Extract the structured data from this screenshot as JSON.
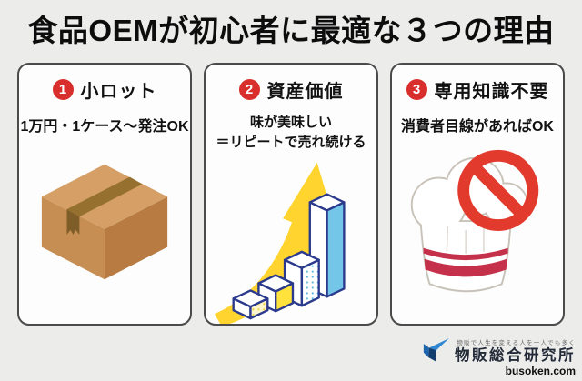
{
  "title": "食品OEMが初心者に最適な３つの理由",
  "cards": [
    {
      "number": "1",
      "heading": "小ロット",
      "lines": [
        "1万円・1ケース〜発注OK"
      ],
      "illustration": "cardboard-box"
    },
    {
      "number": "2",
      "heading": "資産価値",
      "lines": [
        "味が美味しい",
        "＝リピートで売れ続ける"
      ],
      "illustration": "rising-bar-chart-with-arrow"
    },
    {
      "number": "3",
      "heading": "専用知識不要",
      "lines": [
        "消費者目線があればOK"
      ],
      "illustration": "chef-hat-prohibition"
    }
  ],
  "footer": {
    "tagline": "物販で人生を変える人を一人でも多く",
    "brand": "物販総合研究所",
    "domain": "busoken.com"
  },
  "colors": {
    "background": "#ececeb",
    "card_border": "#4b4b4b",
    "badge_red": "#d92f2c",
    "prohibition_red": "#e23b2e",
    "stripe_crimson": "#c5304a",
    "arrow_yellow": "#ffd42e",
    "bar_yellow": "#ffe23b",
    "bar_blue": "#74c6e8",
    "bar_outline_navy": "#2b3a8c",
    "box_top": "#d59f66",
    "box_left": "#c68e53",
    "box_right": "#b87c42",
    "tape_brown": "#95702f",
    "logo_blue_light": "#2e87d2",
    "logo_blue_dark": "#113e6f",
    "brand_text": "#232b38"
  }
}
